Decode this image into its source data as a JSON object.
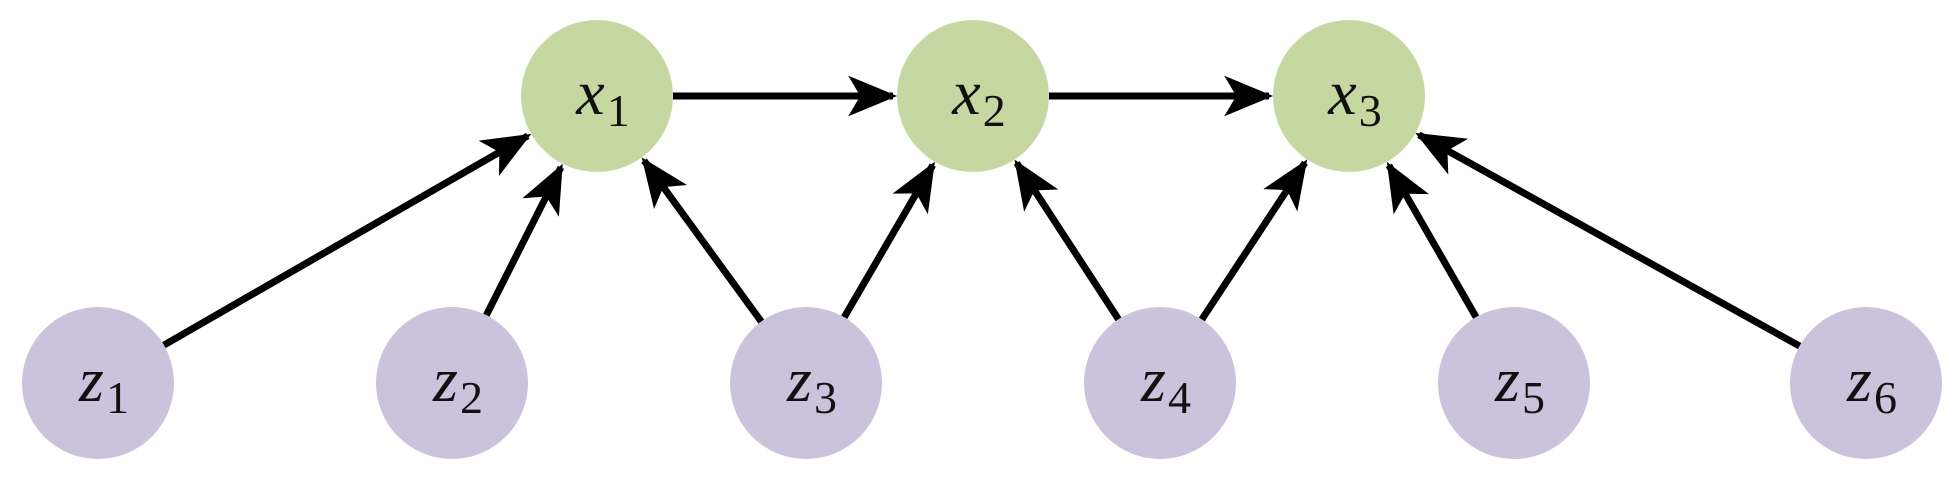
{
  "diagram": {
    "colors": {
      "x_node_fill": "#c6d8a2",
      "z_node_fill": "#cbc2dc",
      "edge": "#000000"
    },
    "nodes": [
      {
        "id": "x1",
        "letter": "x",
        "sub": "1",
        "kind": "x"
      },
      {
        "id": "x2",
        "letter": "x",
        "sub": "2",
        "kind": "x"
      },
      {
        "id": "x3",
        "letter": "x",
        "sub": "3",
        "kind": "x"
      },
      {
        "id": "z1",
        "letter": "z",
        "sub": "1",
        "kind": "z"
      },
      {
        "id": "z2",
        "letter": "z",
        "sub": "2",
        "kind": "z"
      },
      {
        "id": "z3",
        "letter": "z",
        "sub": "3",
        "kind": "z"
      },
      {
        "id": "z4",
        "letter": "z",
        "sub": "4",
        "kind": "z"
      },
      {
        "id": "z5",
        "letter": "z",
        "sub": "5",
        "kind": "z"
      },
      {
        "id": "z6",
        "letter": "z",
        "sub": "6",
        "kind": "z"
      }
    ],
    "edges": [
      {
        "from": "x1",
        "to": "x2"
      },
      {
        "from": "x2",
        "to": "x3"
      },
      {
        "from": "z1",
        "to": "x1"
      },
      {
        "from": "z2",
        "to": "x1"
      },
      {
        "from": "z3",
        "to": "x1"
      },
      {
        "from": "z3",
        "to": "x2"
      },
      {
        "from": "z4",
        "to": "x2"
      },
      {
        "from": "z4",
        "to": "x3"
      },
      {
        "from": "z5",
        "to": "x3"
      },
      {
        "from": "z6",
        "to": "x3"
      }
    ]
  }
}
